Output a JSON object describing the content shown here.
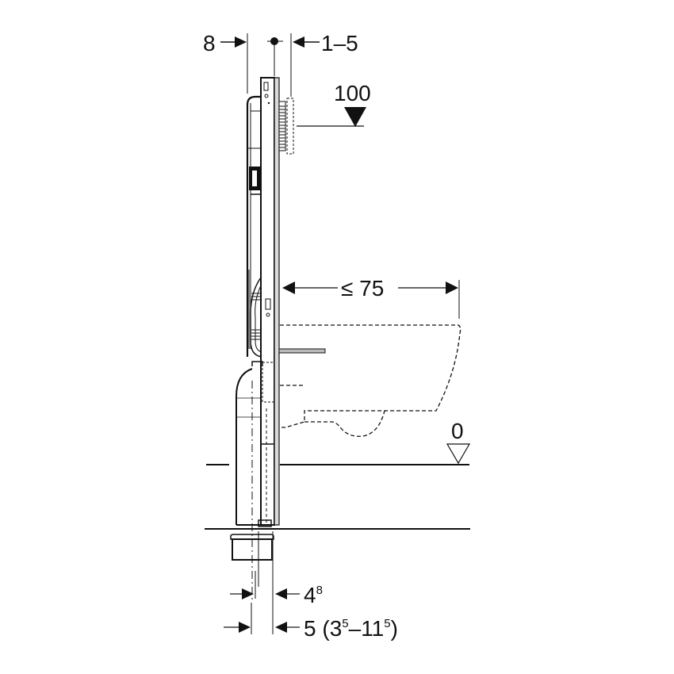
{
  "diagram": {
    "type": "technical-installation-drawing",
    "subject": "wall-hung WC installation frame, side view",
    "colors": {
      "line": "#111111",
      "frame_fill": "#d9d9d9",
      "background": "#ffffff"
    },
    "dimensions": {
      "top_left": {
        "value": "8"
      },
      "top_right": {
        "value": "1–5"
      },
      "height_marker": {
        "value": "100"
      },
      "bowl_projection": {
        "value": "≤ 75"
      },
      "floor_level": {
        "value": "0"
      },
      "bottom_upper": {
        "base": "4",
        "sup": "8"
      },
      "bottom_lower": {
        "prefix": "5 (",
        "a_base": "3",
        "a_sup": "5",
        "dash": "–",
        "b_base": "11",
        "b_sup": "5",
        "suffix": ")"
      }
    }
  }
}
